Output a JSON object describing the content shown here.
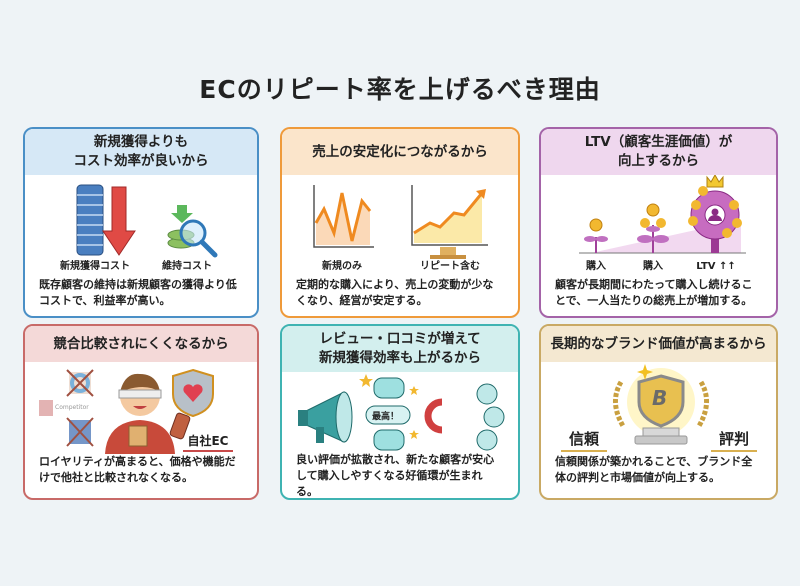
{
  "title": "ECのリピート率を上げるべき理由",
  "cards": [
    {
      "title1": "新規獲得よりも",
      "title2": "コスト効率が良いから",
      "label_a": "新規獲得コスト",
      "label_b": "維持コスト",
      "desc": "既存顧客の維持は新規顧客の獲得より低コストで、利益率が高い。",
      "color": "#4a8fc6",
      "header_bg": "#d6e8f6"
    },
    {
      "title1": "売上の安定化につながるから",
      "label_a": "新規のみ",
      "label_b": "リピート含む",
      "desc": "定期的な購入により、売上の変動が少なくなり、経営が安定する。",
      "color": "#ef9a3a",
      "header_bg": "#fbe5cb"
    },
    {
      "title1": "LTV（顧客生涯価値）が",
      "title2": "向上するから",
      "label_a": "購入",
      "label_b": "購入",
      "label_c": "LTV ↑↑",
      "desc": "顧客が長期間にわたって購入し続けることで、一人当たりの総売上が増加する。",
      "color": "#a463a8",
      "header_bg": "#efd7ee"
    },
    {
      "title1": "競合比較されにくくなるから",
      "label_a": "自社EC",
      "competitor": "Competitor",
      "desc": "ロイヤリティが高まると、価格や機能だけで他社と比較されなくなる。",
      "color": "#c86a68",
      "header_bg": "#f4d9d8"
    },
    {
      "title1": "レビュー・口コミが増えて",
      "title2": "新規獲得効率も上がるから",
      "bubble": "最高！",
      "desc": "良い評価が拡散され、新たな顧客が安心して購入しやすくなる好循環が生まれる。",
      "color": "#3fb3b2",
      "header_bg": "#d3efee"
    },
    {
      "title1": "長期的なブランド価値が高まるから",
      "label_a": "信頼",
      "label_b": "評判",
      "badge": "B",
      "desc": "信頼関係が築かれることで、ブランド全体の評判と市場価値が向上する。",
      "color": "#c9a964",
      "header_bg": "#f4e8d1"
    }
  ]
}
